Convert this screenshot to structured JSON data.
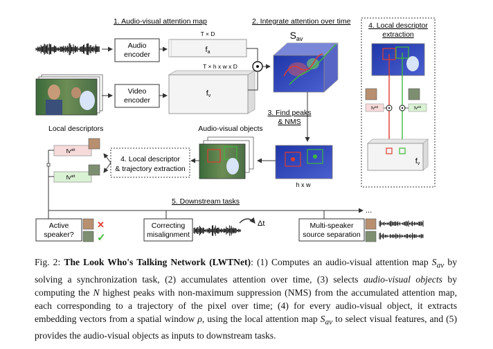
{
  "steps": {
    "s1": "1. Audio-visual attention map",
    "s2": "2. Integrate attention over time",
    "s3a": "3. Find peaks",
    "s3b": "& NMS",
    "s4a": "4. Local descriptor",
    "s4b": "extraction",
    "s4c": "4. Local descriptor",
    "s4d": "& trajectory extraction",
    "s5": "5. Downstream tasks"
  },
  "boxes": {
    "audio_encoder_1": "Audio",
    "audio_encoder_2": "encoder",
    "video_encoder_1": "Video",
    "video_encoder_2": "encoder",
    "active_1": "Active",
    "active_2": "speaker?",
    "correcting_1": "Correcting",
    "correcting_2": "misalignment",
    "multi_1": "Multi-speaker",
    "multi_2": "source separation"
  },
  "tensors": {
    "fa_dim": "T × D",
    "fa": "f",
    "fa_sub": "a",
    "fv_dim": "T × h x w x D",
    "fv": "f",
    "fv_sub": "v",
    "sav": "S",
    "sav_sub": "av",
    "hxw": "h x w",
    "fv_right": "f",
    "fv_right_sub": "v",
    "fvatt_base": "fv",
    "fvatt_sup": "att",
    "dt": "Δt",
    "dots": "..."
  },
  "labels": {
    "local_descriptors": "Local descriptors",
    "av_objects": "Audio-visual objects"
  },
  "marks": {
    "cross": "✕",
    "check": "✓"
  },
  "caption": {
    "fig": "Fig. 2: ",
    "title": "The Look Who's Talking Network (LWTNet)",
    "p1": ": (1) Computes an audio-visual attention map ",
    "sav": "S",
    "sav_sub": "av",
    "p2": " by solving a synchronization task, (2) accumulates attention over time, (3) selects ",
    "avo": "audio-visual objects",
    "p3": " by computing the ",
    "n": "N",
    "p4": " highest peaks with non-maximum suppression (NMS) from the accumulated attention map, each corresponding to a trajectory of the pixel over time; (4) for every audio-visual object, it extracts embedding vectors from a spatial window ",
    "rho": "ρ",
    "p5": ", using the local attention map ",
    "sav2": "S",
    "sav2_sub": "av",
    "p6": " to select visual features, and (5) provides the audio-visual objects as inputs to downstream tasks."
  },
  "colors": {
    "attention_blue": "#2a3fa8",
    "peak_red": "#e23b2e",
    "peak_green": "#3fb83a",
    "frame_green": "#3a6a3a",
    "box_gray": "#cccccc"
  }
}
